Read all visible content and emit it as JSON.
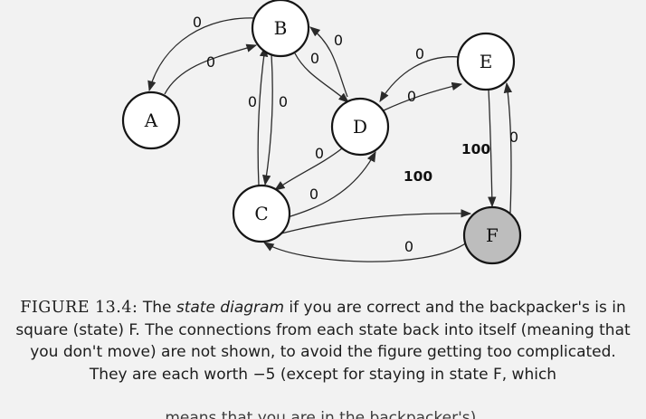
{
  "diagram": {
    "nodes": [
      {
        "id": "A",
        "label": "A",
        "shaded": false
      },
      {
        "id": "B",
        "label": "B",
        "shaded": false
      },
      {
        "id": "C",
        "label": "C",
        "shaded": false
      },
      {
        "id": "D",
        "label": "D",
        "shaded": false
      },
      {
        "id": "E",
        "label": "E",
        "shaded": false
      },
      {
        "id": "F",
        "label": "F",
        "shaded": true
      }
    ],
    "edges": [
      {
        "from": "B",
        "to": "A",
        "label": "0"
      },
      {
        "from": "A",
        "to": "B",
        "label": "0"
      },
      {
        "from": "B",
        "to": "D",
        "label": "0"
      },
      {
        "from": "D",
        "to": "B",
        "label": "0"
      },
      {
        "from": "B",
        "to": "C",
        "label": "0"
      },
      {
        "from": "C",
        "to": "B",
        "label": "0"
      },
      {
        "from": "D",
        "to": "E",
        "label": "0"
      },
      {
        "from": "E",
        "to": "D",
        "label": "0"
      },
      {
        "from": "D",
        "to": "C",
        "label": "0"
      },
      {
        "from": "C",
        "to": "D",
        "label": "0"
      },
      {
        "from": "C",
        "to": "F",
        "label": "100"
      },
      {
        "from": "F",
        "to": "C",
        "label": "0"
      },
      {
        "from": "E",
        "to": "F",
        "label": "100"
      },
      {
        "from": "F",
        "to": "E",
        "label": "0"
      }
    ],
    "colors": {
      "shaded_fill": "#bdbdbd",
      "line": "#2a2a2a",
      "background": "#f2f2f2"
    }
  },
  "caption": {
    "figure_label": "FIGURE 13.4:",
    "intro": "The",
    "emphasis": "state diagram",
    "text_1": "if you are correct and the backpacker's is in square (state) F. The connections from each state back into itself (meaning that you don't move) are not shown, to avoid the figure getting too complicated. They are each worth −5 (except for staying in state F, which",
    "text_cut": "means that you are in the backpacker's)."
  }
}
